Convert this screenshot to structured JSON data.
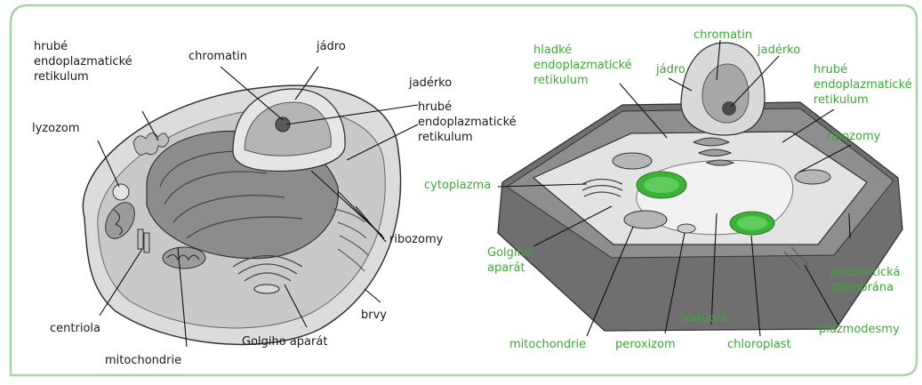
{
  "colors": {
    "frame": "#a8d4a6",
    "label_green": "#3aa935",
    "chloroplast": "#3cb13a",
    "wall": "#6f6f6f",
    "cell_gray": "#cfcfcf"
  },
  "animal_cell": {
    "labels": {
      "hrube_er_top": "hrubé\nendoplazmatické\nretikulum",
      "chromatin": "chromatin",
      "jadro": "jádro",
      "jaderko": "jadérko",
      "hrube_er_right": "hrubé\nendoplazmatické\nretikulum",
      "lyzozom": "lyzozom",
      "ribozomy": "ribozomy",
      "brvy": "brvy",
      "centriola": "centriola",
      "golgiho_aparat": "Golgiho aparát",
      "mitochondrie": "mitochondrie"
    }
  },
  "plant_cell": {
    "labels": {
      "hladke_er": "hladké\nendoplazmatické\nretikulum",
      "jadro": "jádro",
      "chromatin": "chromatin",
      "jaderko": "jadérko",
      "hrube_er": "hrubé\nendoplazmatické\nretikulum",
      "ribozomy": "ribozomy",
      "cytoplazma": "cytoplazma",
      "golgiho_aparat": "Golgiho\naparát",
      "plazmaticka_membrana": "plazmatická\nmembrána",
      "vakuola": "vakuola",
      "plazmodesmy": "plazmodesmy",
      "mitochondrie": "mitochondrie",
      "peroxizom": "peroxizom",
      "chloroplast": "chloroplast"
    }
  }
}
